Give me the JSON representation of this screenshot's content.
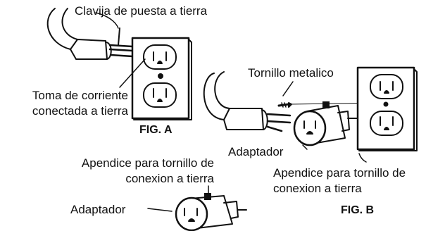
{
  "fig_a": {
    "title": "FIG. A",
    "ground_pin_label": "Clavija de puesta a tierra",
    "outlet_label_line1": "Toma de corriente",
    "outlet_label_line2": "conectada a tierra"
  },
  "fig_b": {
    "title": "FIG. B",
    "screw_label": "Tornillo metalico",
    "adapter_label": "Adaptador",
    "tab_label_line1": "Apendice para tornillo de",
    "tab_label_line2": "conexion a tierra"
  },
  "adapter_detail": {
    "tab_label_line1": "Apendice para tornillo de",
    "tab_label_line2": "conexion a tierra",
    "adapter_label": "Adaptador"
  },
  "colors": {
    "ink": "#111111",
    "paper": "#ffffff"
  }
}
